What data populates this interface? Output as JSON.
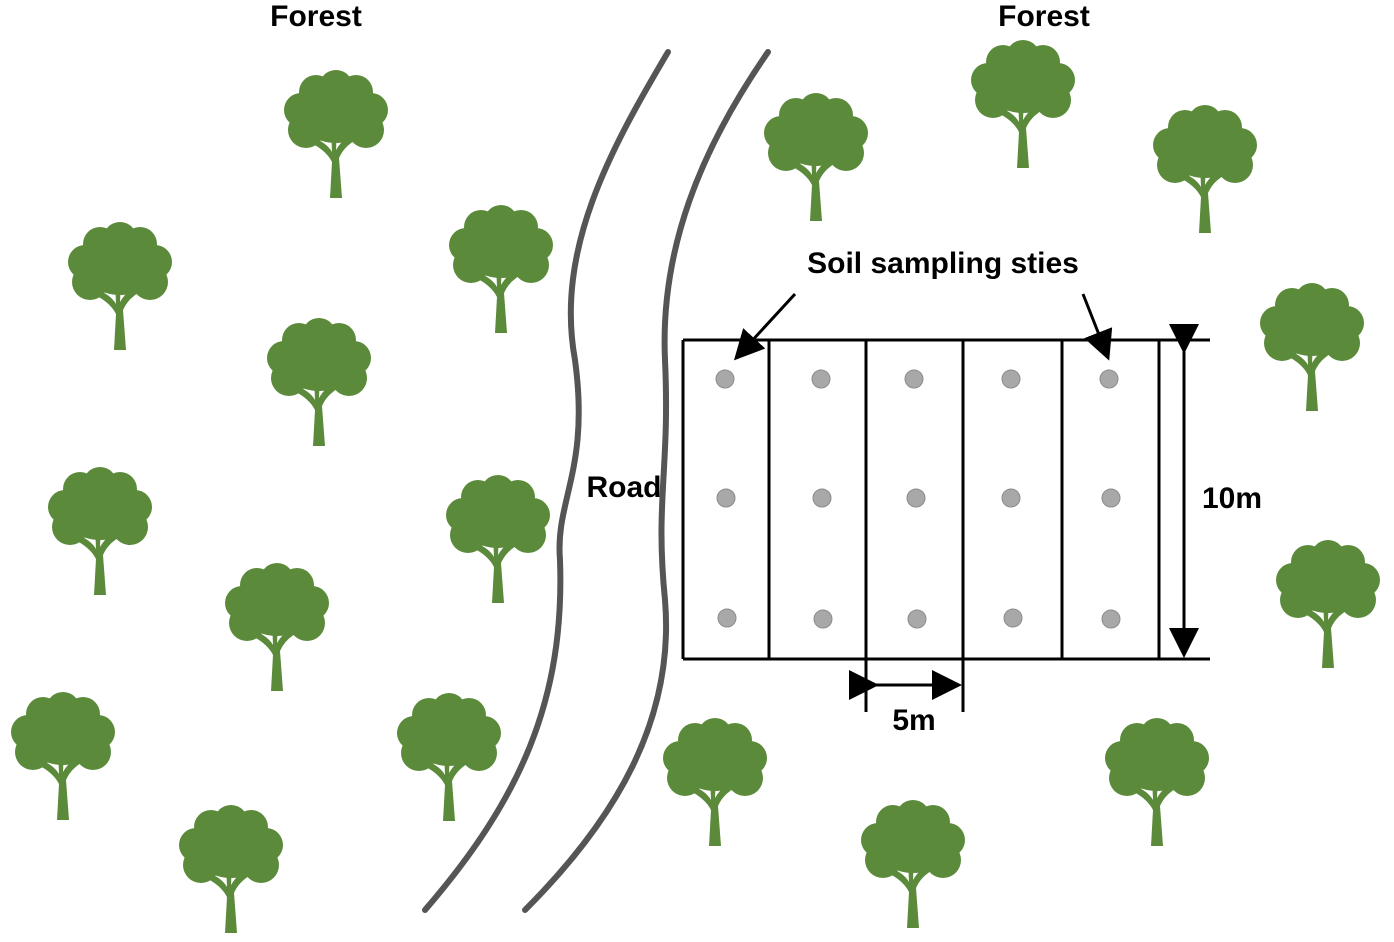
{
  "labels": {
    "forest_left": "Forest",
    "forest_right": "Forest",
    "road": "Road",
    "sampling_sites": "Soil sampling sties",
    "plot_height": "10m",
    "subplot_width": "5m"
  },
  "icons": {
    "tree": "tree-icon",
    "sample_point": "sample-point-icon",
    "arrow": "arrow-icon"
  },
  "colors": {
    "tree_green": "#5a8a3a",
    "road_gray": "#555555",
    "sample_gray": "#a8a8a8",
    "line_black": "#000000"
  },
  "plot": {
    "subplot_count": 5,
    "rows_of_samples": 3
  }
}
